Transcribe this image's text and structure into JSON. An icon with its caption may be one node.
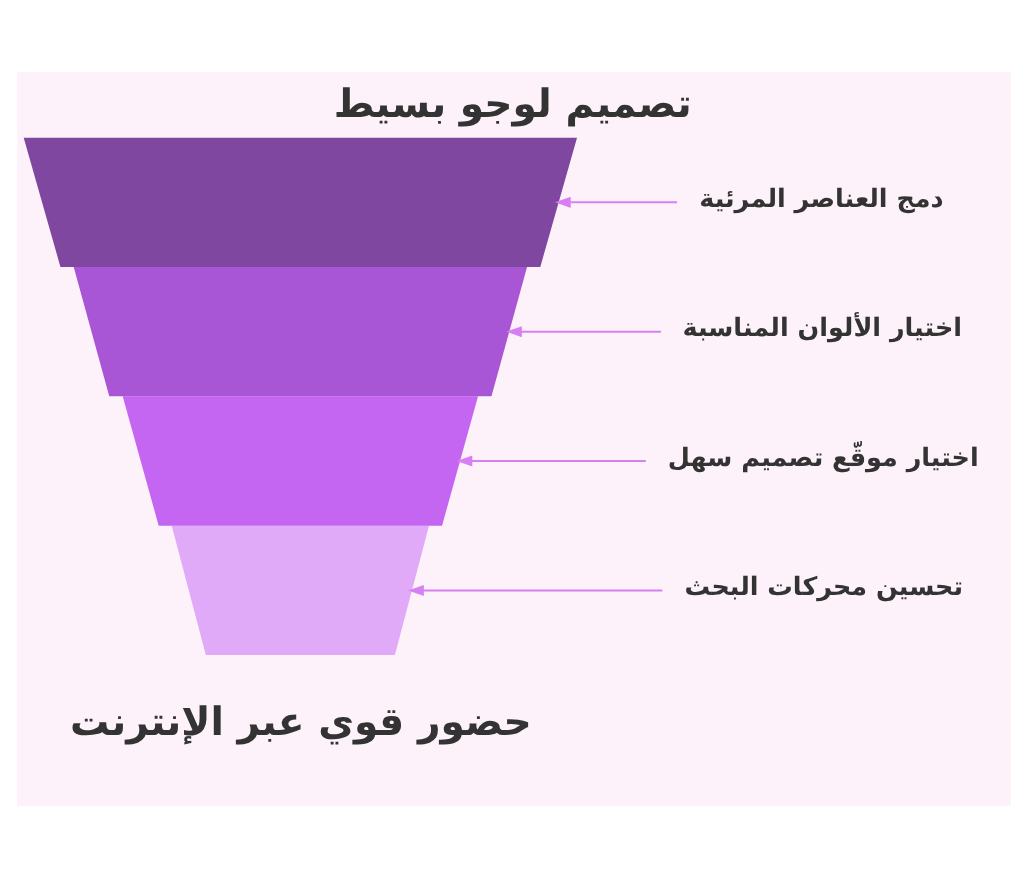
{
  "diagram": {
    "title": "تصميم لوجو بسيط",
    "caption": "حضور قوي عبر الإنترنت",
    "nodes": [
      {
        "text": [],
        "shape": "bar"
      },
      {
        "text": [],
        "shape": "bar"
      },
      {
        "text": [],
        "shape": "bar"
      },
      {
        "text": [],
        "shape": "bar"
      },
      {
        "text": [
          "دمج العناصر المرئية"
        ]
      },
      {
        "text": [
          "اختيار الألوان المناسبة"
        ]
      },
      {
        "text": [
          "اختيار موقّع تصميم سهل"
        ]
      },
      {
        "text": [
          "تحسين محركات البحث"
        ]
      }
    ],
    "edges": [
      {
        "from": 4,
        "to": 0,
        "arrow": "to"
      },
      {
        "from": 5,
        "to": 1,
        "arrow": "to"
      },
      {
        "from": 6,
        "to": 2,
        "arrow": "to"
      },
      {
        "from": 7,
        "to": 3,
        "arrow": "to"
      }
    ]
  }
}
